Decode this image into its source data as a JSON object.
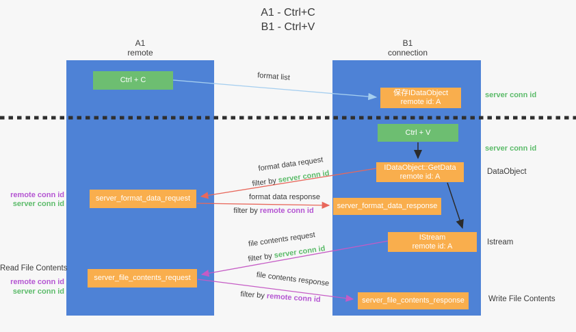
{
  "title": {
    "line1": "A1 - Ctrl+C",
    "line2": "B1 - Ctrl+V"
  },
  "columns": {
    "left": {
      "name": "A1",
      "role": "remote"
    },
    "right": {
      "name": "B1",
      "role": "connection"
    }
  },
  "boxes": {
    "ctrl_c": {
      "label": "Ctrl + C"
    },
    "save_idataobject": {
      "line1": "保存IDataObject",
      "line2": "remote id: A"
    },
    "ctrl_v": {
      "label": "Ctrl + V"
    },
    "idataobject_getdata": {
      "line1": "IDataObject::GetData",
      "line2": "remote id: A"
    },
    "server_format_data_request": {
      "label": "server_format_data_request"
    },
    "server_format_data_response": {
      "label": "server_format_data_response"
    },
    "istream": {
      "line1": "IStream",
      "line2": "remote id: A"
    },
    "server_file_contents_request": {
      "label": "server_file_contents_request"
    },
    "server_file_contents_response": {
      "label": "server_file_contents_response"
    }
  },
  "right_labels": {
    "server_conn_id_top": "server conn id",
    "server_conn_id_mid": "server conn id",
    "dataobject": "DataObject",
    "istream": "Istream",
    "write_file_contents": "Write File Contents"
  },
  "left_labels": {
    "remote_conn_id_top": "remote conn id",
    "server_conn_id_top": "server conn id",
    "read_file_contents": "Read File Contents",
    "remote_conn_id_bottom": "remote conn id",
    "server_conn_id_bottom": "server conn id"
  },
  "arrow_labels": {
    "format_list": "format list",
    "format_data_request": "format data request",
    "format_data_response": "format data response",
    "file_contents_request": "file contents request",
    "file_contents_response": "file contents response",
    "filter_by": "filter by",
    "server_conn_id": "server conn id",
    "remote_conn_id": "remote conn id"
  },
  "colors": {
    "column_blue": "#4e82d6",
    "box_green": "#6dbe71",
    "box_orange": "#f9ae4d",
    "arrow_blue": "#a5ceef",
    "arrow_black": "#2b2b2b",
    "arrow_red": "#e8685c",
    "arrow_magenta": "#c55bc5",
    "text_green": "#5cbb6a",
    "text_purple": "#b455d2"
  }
}
